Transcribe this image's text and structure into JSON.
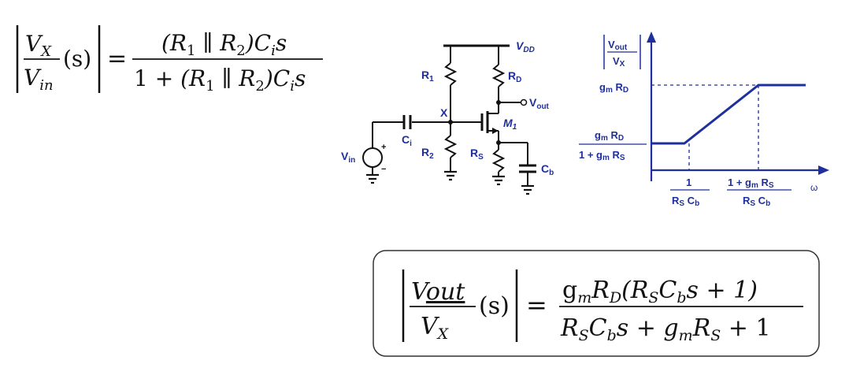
{
  "equation_top": {
    "lhs_num_letter": "V",
    "lhs_num_sub": "X",
    "lhs_den_letter": "V",
    "lhs_den_sub": "in",
    "arg": "(s)",
    "eq": "=",
    "rhs_num": {
      "open": "(R",
      "r1sub": "1",
      "par": " ∥ ",
      "r2": "R",
      "r2sub": "2",
      "close": ")C",
      "csub": "i",
      "s": "s"
    },
    "rhs_den": {
      "one": "1 + ",
      "open": "(R",
      "r1sub": "1",
      "par": " ∥ ",
      "r2": "R",
      "r2sub": "2",
      "close": ")C",
      "csub": "i",
      "s": "s"
    }
  },
  "circuit": {
    "vdd_main": "V",
    "vdd_sub": "DD",
    "r1_main": "R",
    "r1_sub": "1",
    "rd_main": "R",
    "rd_sub": "D",
    "vout_main": "V",
    "vout_sub": "out",
    "x_label": "X",
    "m1_main": "M",
    "m1_sub": "1",
    "ci_main": "C",
    "ci_sub": "i",
    "vin_main": "V",
    "vin_sub": "in",
    "plus": "+",
    "minus": "−",
    "r2_main": "R",
    "r2_sub": "2",
    "rs_main": "R",
    "rs_sub": "S",
    "cb_main": "C",
    "cb_sub": "b",
    "accent_color": "#1f2f9b"
  },
  "bode_plot": {
    "y_axis_label_num_main": "V",
    "y_axis_label_num_sub": "out",
    "y_axis_label_den_main": "V",
    "y_axis_label_den_sub": "X",
    "y_high_g": "g",
    "y_high_gsub": "m",
    "y_high_r": " R",
    "y_high_rsub": "D",
    "y_low_num_g": "g",
    "y_low_num_gsub": "m",
    "y_low_num_r": " R",
    "y_low_num_rsub": "D",
    "y_low_den_pre": "1 + g",
    "y_low_den_gsub": "m",
    "y_low_den_r": " R",
    "y_low_den_rsub": "S",
    "x1_num": "1",
    "x1_den_r": "R",
    "x1_den_rsub": "S",
    "x1_den_c": " C",
    "x1_den_csub": "b",
    "x2_num_pre": "1 + g",
    "x2_num_gsub": "m",
    "x2_num_r": " R",
    "x2_num_rsub": "S",
    "x2_den_r": "R",
    "x2_den_rsub": "S",
    "x2_den_c": " C",
    "x2_den_csub": "b",
    "x_axis_label": "ω",
    "accent_color": "#1f2f9b"
  },
  "equation_boxed": {
    "lhs_num_letter": "V",
    "lhs_num_sub": "out",
    "lhs_den_letter": "V",
    "lhs_den_sub": "X",
    "arg": "(s)",
    "eq": "=",
    "rhs_num": {
      "g": "g",
      "gsub": "m",
      "r": "R",
      "rsub": "D",
      "open": "(R",
      "rs_sub": "S",
      "c": "C",
      "csub": "b",
      "tail": "s + 1)"
    },
    "rhs_den": {
      "r": "R",
      "rsub": "S",
      "c": "C",
      "csub": "b",
      "mid": "s + g",
      "gsub": "m",
      "r2": "R",
      "r2sub": "S",
      "tail": " + 1"
    }
  }
}
